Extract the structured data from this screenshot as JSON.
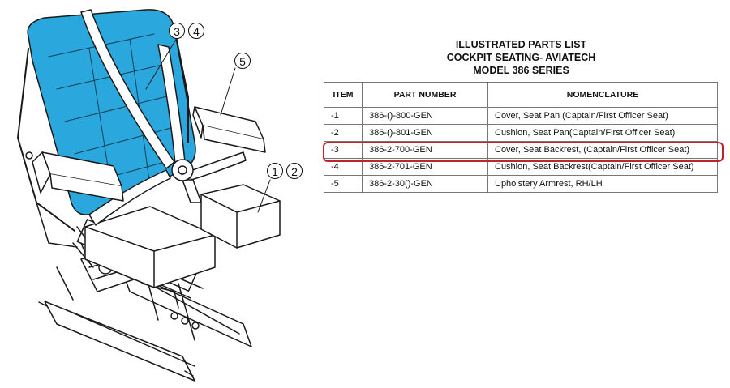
{
  "title": {
    "line1": "ILLUSTRATED PARTS LIST",
    "line2": "COCKPIT SEATING- AVIATECH",
    "line3": "MODEL 386 SERIES"
  },
  "table": {
    "headers": [
      "ITEM",
      "PART NUMBER",
      "NOMENCLATURE"
    ],
    "rows": [
      {
        "item": "-1",
        "part": "386-()-800-GEN",
        "nomenclature": "Cover, Seat Pan (Captain/First Officer Seat)"
      },
      {
        "item": "-2",
        "part": "386-()-801-GEN",
        "nomenclature": "Cushion, Seat Pan(Captain/First Officer Seat)"
      },
      {
        "item": "-3",
        "part": "386-2-700-GEN",
        "nomenclature": "Cover, Seat Backrest, (Captain/First Officer Seat)"
      },
      {
        "item": "-4",
        "part": "386-2-701-GEN",
        "nomenclature": "Cushion, Seat Backrest(Captain/First Officer Seat)"
      },
      {
        "item": "-5",
        "part": "386-2-30()-GEN",
        "nomenclature": "Upholstery Armrest, RH/LH"
      }
    ],
    "highlighted_row": "-3",
    "highlight_color": "#c0242b"
  },
  "callouts": [
    "1",
    "2",
    "3",
    "4",
    "5"
  ],
  "colors": {
    "backrest_fill": "#2aa8dd",
    "line": "#1a1a1a"
  }
}
